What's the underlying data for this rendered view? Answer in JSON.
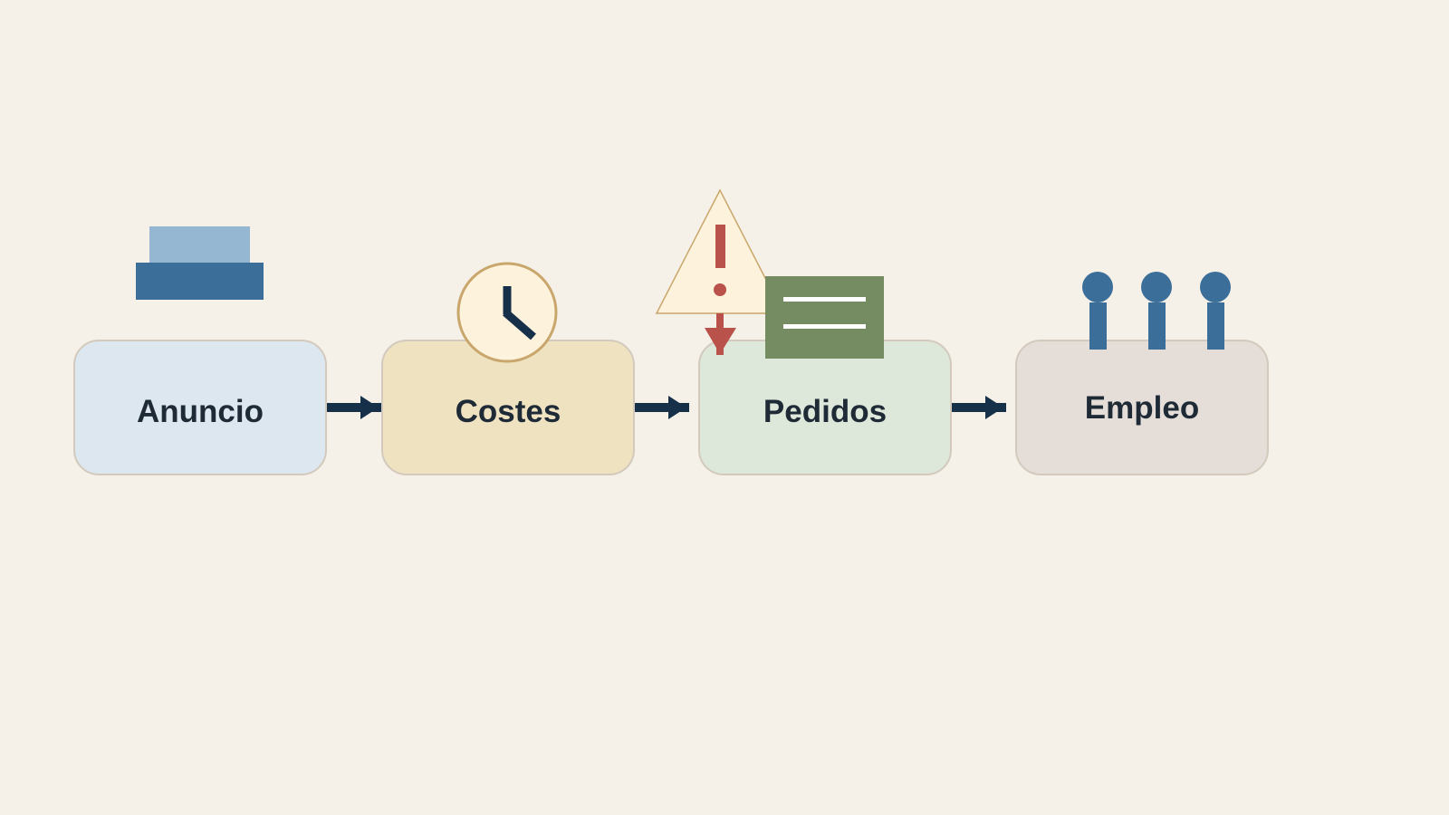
{
  "steps": [
    {
      "label": "Anuncio",
      "icon": "stacked-blocks-icon",
      "color": "#dde7ef"
    },
    {
      "label": "Costes",
      "icon": "clock-icon",
      "color": "#efe2c1"
    },
    {
      "label": "Pedidos",
      "icon": "warning-icon",
      "color": "#dde7da"
    },
    {
      "label": "Empleo",
      "icon": "people-icon",
      "color": "#e5ddd7"
    }
  ],
  "colors": {
    "background": "#f5f1e9",
    "arrow": "#17304a",
    "icon_blue": "#3b6e99",
    "icon_light_blue": "#96b7d2",
    "clock_ring": "#c9a66b",
    "clock_face": "#fdf3dd",
    "warning_red": "#b9524a",
    "document_green": "#758c62"
  }
}
